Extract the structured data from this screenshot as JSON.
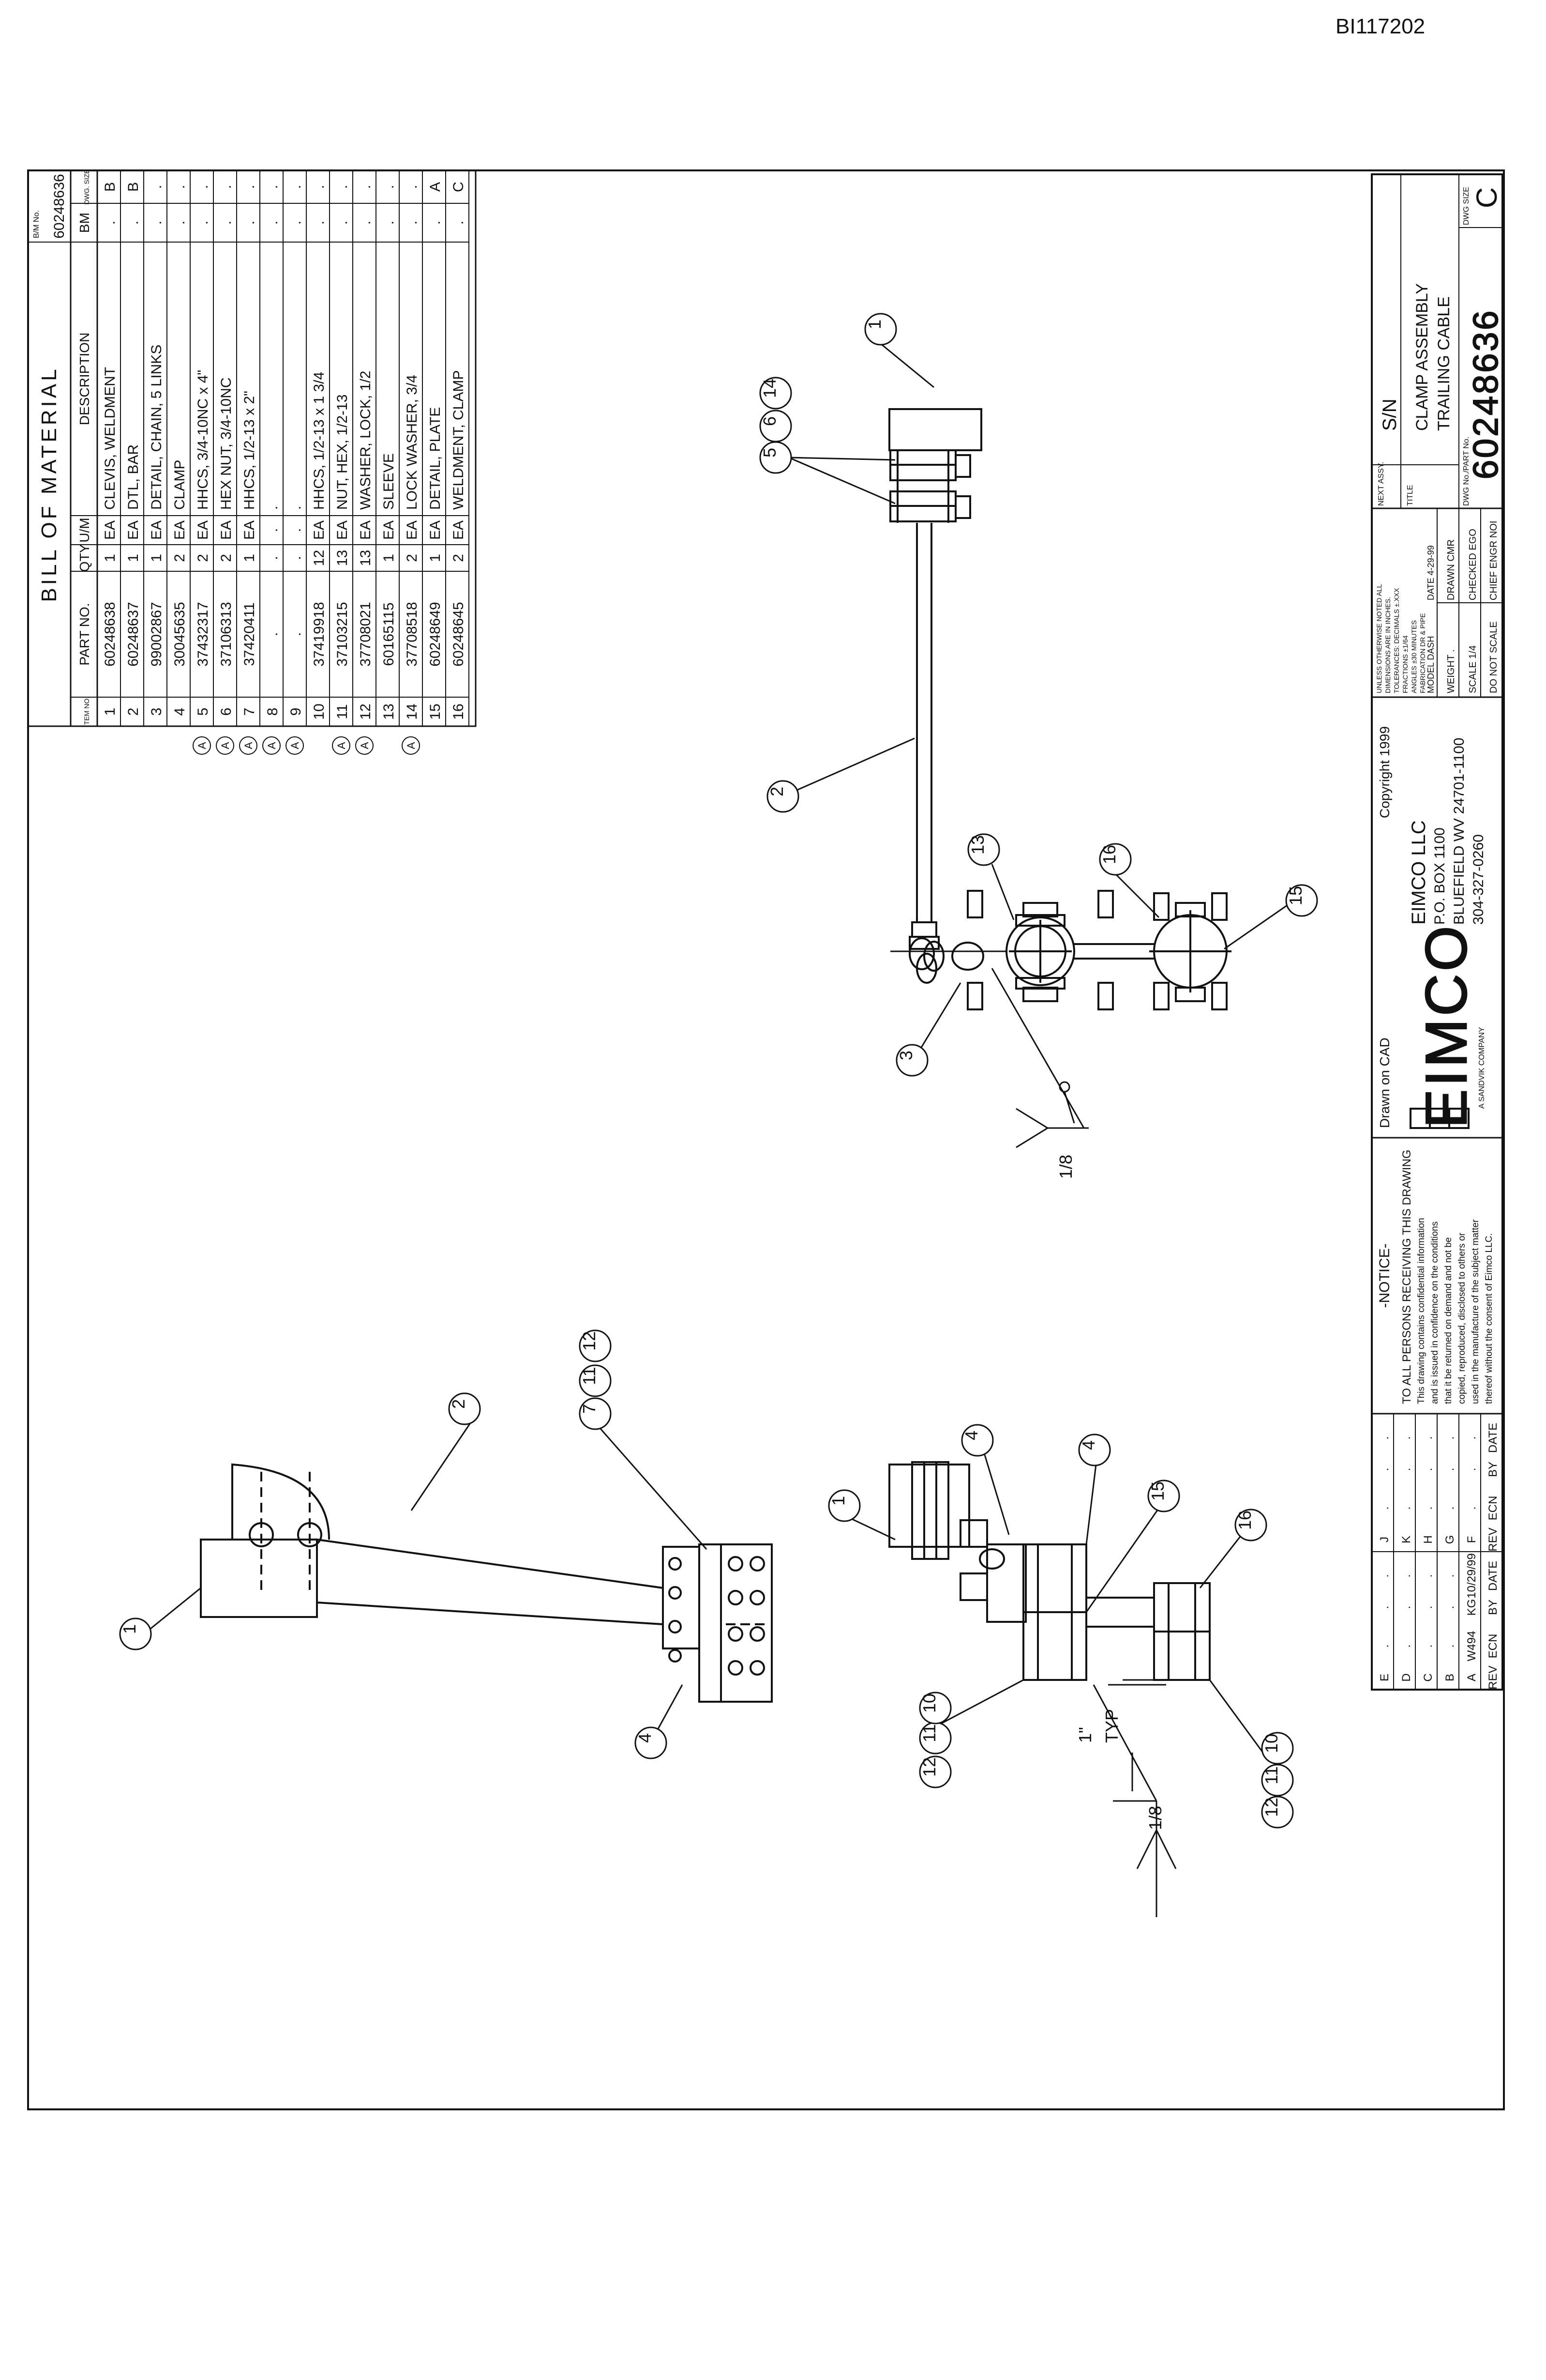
{
  "sheet_id": "BI117202",
  "bom": {
    "title": "BILL OF MATERIAL",
    "bm_no_label": "B/M No.",
    "bm_no": "60248636",
    "headers": {
      "item": "ITEM NO.",
      "part": "PART NO.",
      "qty": "QTY",
      "um": "U/M",
      "desc": "DESCRIPTION",
      "bm": "BM",
      "dwg": "DWG. SIZE"
    },
    "rows": [
      {
        "rev": "",
        "item": "1",
        "part": "60248638",
        "qty": "1",
        "um": "EA",
        "desc": "CLEVIS, WELDMENT",
        "bm": ".",
        "size": "B"
      },
      {
        "rev": "",
        "item": "2",
        "part": "60248637",
        "qty": "1",
        "um": "EA",
        "desc": "DTL, BAR",
        "bm": ".",
        "size": "B"
      },
      {
        "rev": "",
        "item": "3",
        "part": "99002867",
        "qty": "1",
        "um": "EA",
        "desc": "DETAIL, CHAIN, 5 LINKS",
        "bm": ".",
        "size": "."
      },
      {
        "rev": "",
        "item": "4",
        "part": "30045635",
        "qty": "2",
        "um": "EA",
        "desc": "CLAMP",
        "bm": ".",
        "size": "."
      },
      {
        "rev": "A",
        "item": "5",
        "part": "37432317",
        "qty": "2",
        "um": "EA",
        "desc": "HHCS, 3/4-10NC x 4\"",
        "bm": ".",
        "size": "."
      },
      {
        "rev": "A",
        "item": "6",
        "part": "37106313",
        "qty": "2",
        "um": "EA",
        "desc": "HEX NUT, 3/4-10NC",
        "bm": ".",
        "size": "."
      },
      {
        "rev": "A",
        "item": "7",
        "part": "37420411",
        "qty": "1",
        "um": "EA",
        "desc": "HHCS, 1/2-13 x 2\"",
        "bm": ".",
        "size": "."
      },
      {
        "rev": "A",
        "item": "8",
        "part": ".",
        "qty": ".",
        "um": ".",
        "desc": ".",
        "bm": ".",
        "size": "."
      },
      {
        "rev": "A",
        "item": "9",
        "part": ".",
        "qty": ".",
        "um": ".",
        "desc": ".",
        "bm": ".",
        "size": "."
      },
      {
        "rev": "",
        "item": "10",
        "part": "37419918",
        "qty": "12",
        "um": "EA",
        "desc": "HHCS, 1/2-13 x 1 3/4",
        "bm": ".",
        "size": "."
      },
      {
        "rev": "A",
        "item": "11",
        "part": "37103215",
        "qty": "13",
        "um": "EA",
        "desc": "NUT, HEX, 1/2-13",
        "bm": ".",
        "size": "."
      },
      {
        "rev": "A",
        "item": "12",
        "part": "37708021",
        "qty": "13",
        "um": "EA",
        "desc": "WASHER, LOCK, 1/2",
        "bm": ".",
        "size": "."
      },
      {
        "rev": "",
        "item": "13",
        "part": "60165115",
        "qty": "1",
        "um": "EA",
        "desc": "SLEEVE",
        "bm": ".",
        "size": "."
      },
      {
        "rev": "A",
        "item": "14",
        "part": "37708518",
        "qty": "2",
        "um": "EA",
        "desc": "LOCK WASHER, 3/4",
        "bm": ".",
        "size": "."
      },
      {
        "rev": "",
        "item": "15",
        "part": "60248649",
        "qty": "1",
        "um": "EA",
        "desc": "DETAIL, PLATE",
        "bm": ".",
        "size": "A"
      },
      {
        "rev": "",
        "item": "16",
        "part": "60248645",
        "qty": "2",
        "um": "EA",
        "desc": "WELDMENT, CLAMP",
        "bm": ".",
        "size": "C"
      }
    ]
  },
  "balloons_view_top": [
    "1",
    "5",
    "6",
    "14",
    "2",
    "13",
    "16",
    "15",
    "3"
  ],
  "balloons_view_side": [
    "1",
    "2",
    "7",
    "11",
    "12",
    "4"
  ],
  "balloons_view_front": [
    "4",
    "4",
    "1",
    "15",
    "16",
    "12",
    "11",
    "10",
    "12",
    "11",
    "10"
  ],
  "weld_symbol": "1/8",
  "typ_dim": "1\"",
  "typ_label": "TYP",
  "title_block": {
    "revisions": [
      {
        "rev": "E",
        "ecn": ".",
        "by": ".",
        "date": "."
      },
      {
        "rev": "D",
        "ecn": ".",
        "by": ".",
        "date": "."
      },
      {
        "rev": "C",
        "ecn": ".",
        "by": ".",
        "date": "."
      },
      {
        "rev": "B",
        "ecn": ".",
        "by": ".",
        "date": "."
      },
      {
        "rev": "A",
        "ecn": "W494",
        "by": "KG",
        "date": "10/29/99"
      },
      {
        "rev": "J",
        "ecn": ".",
        "by": ".",
        "date": "."
      },
      {
        "rev": "K",
        "ecn": ".",
        "by": ".",
        "date": "."
      },
      {
        "rev": "H",
        "ecn": ".",
        "by": ".",
        "date": "."
      },
      {
        "rev": "G",
        "ecn": ".",
        "by": ".",
        "date": "."
      },
      {
        "rev": "F",
        "ecn": ".",
        "by": ".",
        "date": "."
      }
    ],
    "rev_headers": {
      "rev": "REV",
      "ecn": "ECN",
      "by": "BY",
      "date": "DATE"
    },
    "notice_title": "-NOTICE-",
    "notice_lines": [
      "TO ALL PERSONS RECEIVING THIS DRAWING",
      "This drawing contains confidential information",
      "and is issued in confidence on the conditions",
      "that it be returned on demand and not be",
      "copied, reproduced, disclosed to others or",
      "used in the manufacture of the subject matter",
      "thereof without the consent of Eimco LLC."
    ],
    "drawn_on": "Drawn on CAD",
    "copyright": "Copyright 1999",
    "logo": "EIMCO",
    "logo_sub": "A SANDVIK COMPANY",
    "company": "EIMCO LLC",
    "address": [
      "P.O. BOX 1100",
      "BLUEFIELD WV 24701-1100",
      "304-327-0260"
    ],
    "tolerance_lines": [
      "UNLESS OTHERWISE NOTED ALL",
      "DIMENSIONS ARE IN INCHES.",
      "TOLERANCES: DECIMALS ±.XXX",
      "FRACTIONS ±1/64",
      "ANGLES ±30 MINUTES",
      "FABRICATION DR & PIPE"
    ],
    "model": "MODEL DASH",
    "date_field": "DATE 4-29-99",
    "weight": "WEIGHT .",
    "drawn": "DRAWN CMR",
    "scale": "SCALE 1/4",
    "checked": "CHECKED EGO",
    "do_not_scale": "DO NOT SCALE",
    "chief_engr": "CHIEF ENGR NOI",
    "next_assy_label": "NEXT ASSY.",
    "next_assy": "S/N",
    "title_label": "TITLE",
    "title_line1": "CLAMP ASSEMBLY",
    "title_line2": "TRAILING CABLE",
    "dwg_no_label": "DWG No./PART No.",
    "dwg_no": "60248636",
    "size_label": "DWG SIZE",
    "size": "C"
  }
}
